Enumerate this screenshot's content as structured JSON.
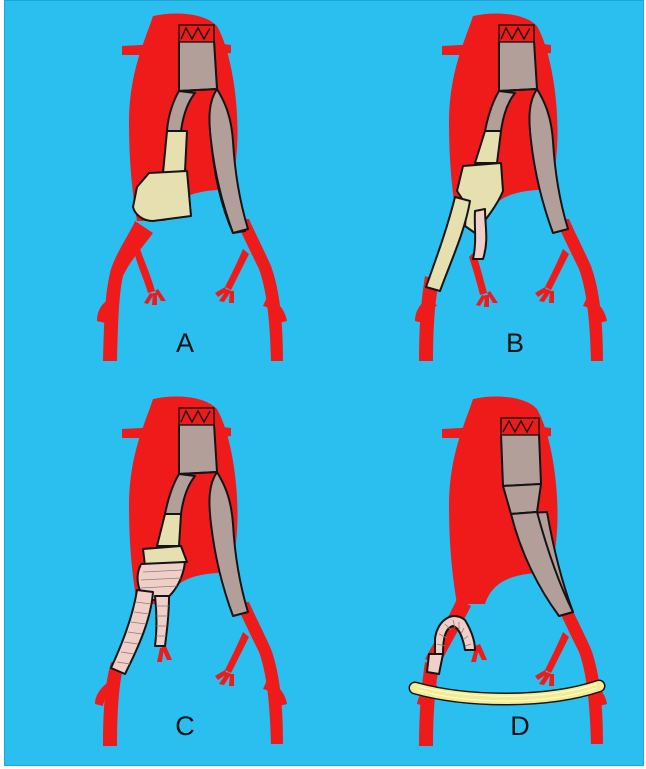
{
  "panels": [
    {
      "id": "A",
      "label": "A"
    },
    {
      "id": "B",
      "label": "B"
    },
    {
      "id": "C",
      "label": "C"
    },
    {
      "id": "D",
      "label": "D"
    }
  ],
  "colors": {
    "background": "#2bbfef",
    "artery": "#ef1b1b",
    "main_graft": "#b39f9a",
    "extension_limb": "#e6e0b0",
    "coil_limb": "#efcfc8",
    "bypass_graft": "#f4ec8e",
    "outline": "#141414"
  }
}
